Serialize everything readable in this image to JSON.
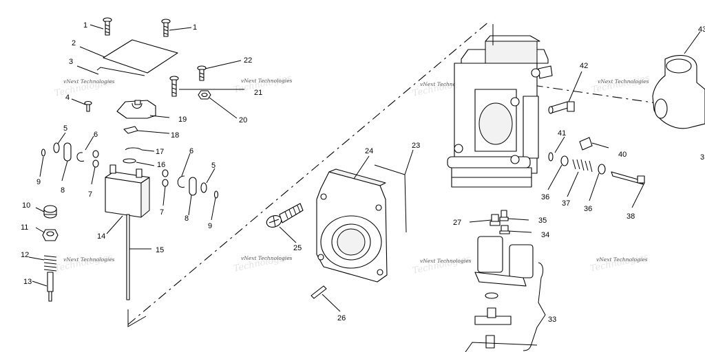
{
  "watermark": "vNext Technologies",
  "labels": {
    "l1a": "1",
    "l1b": "1",
    "l2": "2",
    "l3": "3",
    "l4": "4",
    "l5a": "5",
    "l5b": "5",
    "l6a": "6",
    "l6b": "6",
    "l7a": "7",
    "l7b": "7",
    "l8a": "8",
    "l8b": "8",
    "l9a": "9",
    "l9b": "9",
    "l10": "10",
    "l11": "11",
    "l12": "12",
    "l13": "13",
    "l14": "14",
    "l15": "15",
    "l16": "16",
    "l17": "17",
    "l18": "18",
    "l19": "19",
    "l20": "20",
    "l21": "21",
    "l22": "22",
    "l23": "23",
    "l24": "24",
    "l25": "25",
    "l26": "26",
    "l27": "27",
    "l33": "33",
    "l34": "34",
    "l35": "35",
    "l36a": "36",
    "l36b": "36",
    "l37": "37",
    "l38": "38",
    "l40": "40",
    "l41": "41",
    "l42": "42",
    "l43": "43",
    "l3r": "3"
  }
}
